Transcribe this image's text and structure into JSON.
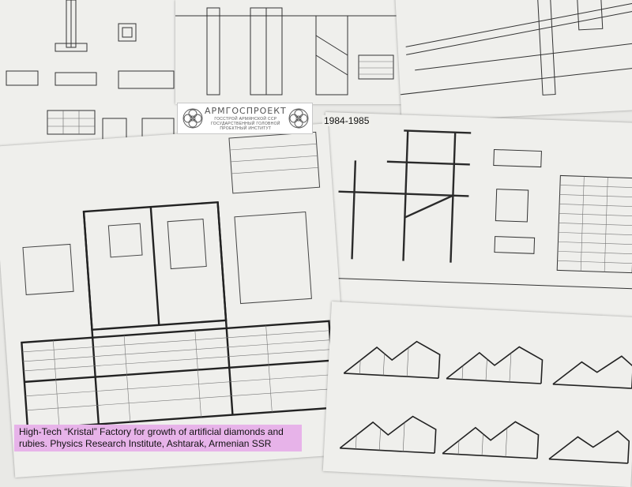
{
  "logo": {
    "name": "АРМГОСПРОЕКТ",
    "line1": "ГОССТРОЙ АРМЯНСКОЙ ССР",
    "line2": "ГОСУДАРСТВЕННЫЙ ГОЛОВНОЙ",
    "line3": "ПРОЕКТНЫЙ ИНСТИТУТ",
    "emblem_icon": "armgosproekt-emblem-icon"
  },
  "years": "1984-1985",
  "caption": "High-Tech “Kristal” Factory for growth of artificial diamonds and rubies. Physics Research Institute, Ashtarak, Armenian SSR",
  "colors": {
    "caption_bg": "#e7b3e9",
    "paper": "#efefec",
    "ink": "#2a2a2a"
  }
}
